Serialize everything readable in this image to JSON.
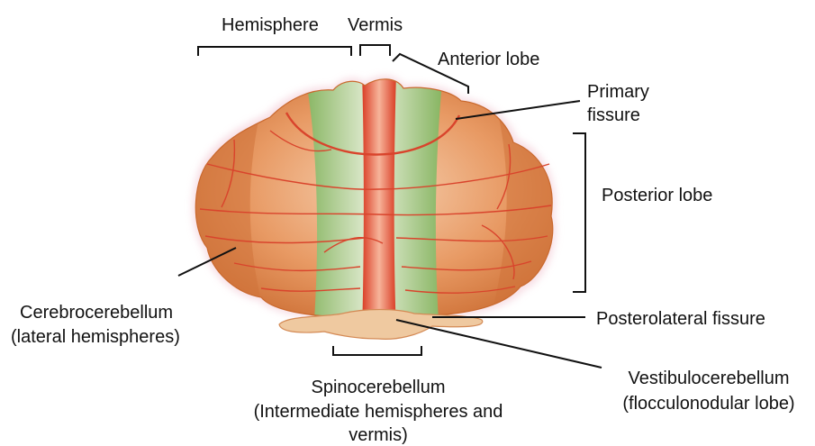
{
  "labels": {
    "hemisphere": "Hemisphere",
    "vermis": "Vermis",
    "anterior_lobe": "Anterior lobe",
    "primary_fissure_1": "Primary",
    "primary_fissure_2": "fissure",
    "posterior_lobe": "Posterior lobe",
    "cerebrocerebellum_1": "Cerebrocerebellum",
    "cerebrocerebellum_2": "(lateral hemispheres)",
    "posterolateral_fissure": "Posterolateral fissure",
    "spinocerebellum_1": "Spinocerebellum",
    "spinocerebellum_2": "(Intermediate hemispheres and",
    "spinocerebellum_3": "vermis)",
    "vestibulocerebellum_1": "Vestibulocerebellum",
    "vestibulocerebellum_2": "(flocculonodular lobe)"
  },
  "colors": {
    "hemisphere_orange": "#d9834a",
    "intermediate_green": "#8fbf6a",
    "vermis_red": "#e0452e",
    "flocculus_beige": "#efc9a0",
    "fissure_line": "#d9442c",
    "text": "#111111"
  }
}
